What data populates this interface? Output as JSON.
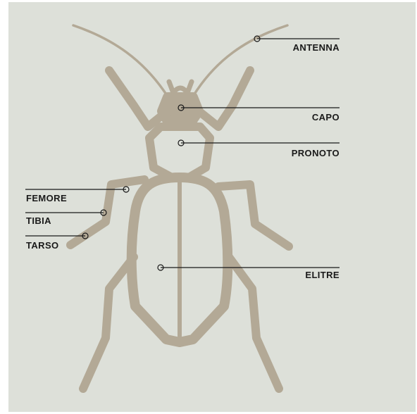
{
  "colors": {
    "background": "#dde0d9",
    "beetle": "#b3a996",
    "leader": "#1a1a1a"
  },
  "labels": {
    "antenna": "ANTENNA",
    "capo": "CAPO",
    "pronoto": "PRONOTO",
    "femore": "FEMORE",
    "tibia": "TIBIA",
    "tarso": "TARSO",
    "elitre": "ELITRE"
  }
}
